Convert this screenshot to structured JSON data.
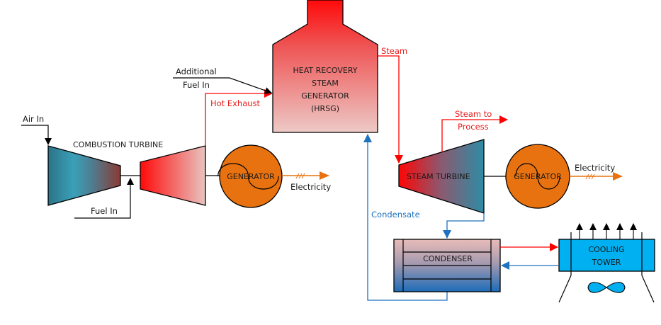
{
  "diagram": {
    "title": "Combined Heat and Power Plant Process Flow",
    "components": {
      "combustion_turbine": "COMBUSTION TURBINE",
      "hrsg": [
        "HEAT RECOVERY",
        "STEAM",
        "GENERATOR",
        "(HRSG)"
      ],
      "generator_1": "GENERATOR",
      "generator_2": "GENERATOR",
      "steam_turbine": "STEAM TURBINE",
      "condenser": "CONDENSER",
      "cooling_tower": [
        "COOLING",
        "TOWER"
      ]
    },
    "flows": {
      "air_in": "Air In",
      "fuel_in": "Fuel In",
      "additional_fuel_in": [
        "Additional",
        "Fuel In"
      ],
      "hot_exhaust": "Hot Exhaust",
      "steam": "Steam",
      "steam_to_process": [
        "Steam to",
        "Process"
      ],
      "electricity_1": "Electricity",
      "electricity_2": "Electricity",
      "condensate": "Condensate"
    },
    "colors": {
      "hot": "#ff0000",
      "cold": "#1f72bd",
      "generator": "#e8720f",
      "cooling_tower": "#00b0f0",
      "teal": "#2e7e95",
      "line": "#000000"
    }
  }
}
